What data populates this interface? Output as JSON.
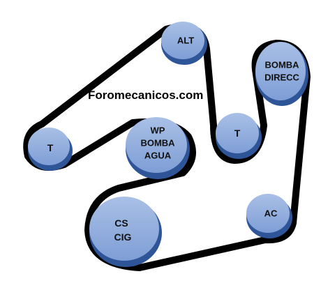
{
  "watermark": "Foromecanicos.com",
  "pulleys": {
    "alt": {
      "lines": [
        "ALT"
      ]
    },
    "bomba_dir": {
      "lines": [
        "BOMBA",
        "DIRECC"
      ]
    },
    "tensor_left": {
      "lines": [
        "T"
      ]
    },
    "water_pump": {
      "lines": [
        "WP",
        "BOMBA",
        "AGUA"
      ]
    },
    "tensor_right": {
      "lines": [
        "T"
      ]
    },
    "ac": {
      "lines": [
        "AC"
      ]
    },
    "crank": {
      "lines": [
        "CS",
        "CIG"
      ]
    }
  },
  "colors": {
    "belt": "#000000",
    "pulley_face": "#8FAADC",
    "pulley_edge": "#2E5597",
    "pulley_rim": "#5B7FBF"
  }
}
